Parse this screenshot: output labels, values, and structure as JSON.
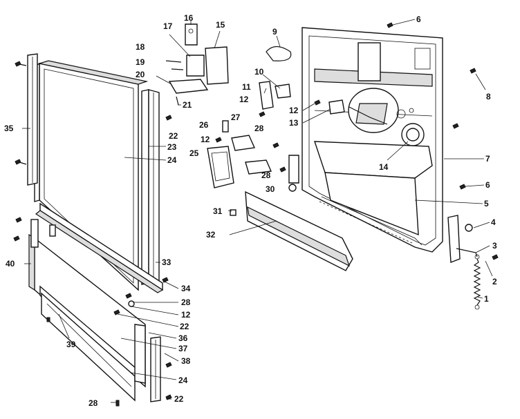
{
  "callouts": [
    {
      "id": "c1",
      "text": "1"
    },
    {
      "id": "c2",
      "text": "2"
    },
    {
      "id": "c3",
      "text": "3"
    },
    {
      "id": "c4",
      "text": "4"
    },
    {
      "id": "c5",
      "text": "5"
    },
    {
      "id": "c6a",
      "text": "6"
    },
    {
      "id": "c6b",
      "text": "6"
    },
    {
      "id": "c7",
      "text": "7"
    },
    {
      "id": "c8",
      "text": "8"
    },
    {
      "id": "c9",
      "text": "9"
    },
    {
      "id": "c10",
      "text": "10"
    },
    {
      "id": "c11",
      "text": "11"
    },
    {
      "id": "c12a",
      "text": "12"
    },
    {
      "id": "c12b",
      "text": "12"
    },
    {
      "id": "c12c",
      "text": "12"
    },
    {
      "id": "c12d",
      "text": "12"
    },
    {
      "id": "c13",
      "text": "13"
    },
    {
      "id": "c14",
      "text": "14"
    },
    {
      "id": "c15",
      "text": "15"
    },
    {
      "id": "c16",
      "text": "16"
    },
    {
      "id": "c17",
      "text": "17"
    },
    {
      "id": "c18",
      "text": "18"
    },
    {
      "id": "c19",
      "text": "19"
    },
    {
      "id": "c20",
      "text": "20"
    },
    {
      "id": "c21",
      "text": "21"
    },
    {
      "id": "c22a",
      "text": "22"
    },
    {
      "id": "c22b",
      "text": "22"
    },
    {
      "id": "c22c",
      "text": "22"
    },
    {
      "id": "c23",
      "text": "23"
    },
    {
      "id": "c24a",
      "text": "24"
    },
    {
      "id": "c24b",
      "text": "24"
    },
    {
      "id": "c25",
      "text": "25"
    },
    {
      "id": "c26",
      "text": "26"
    },
    {
      "id": "c27",
      "text": "27"
    },
    {
      "id": "c28a",
      "text": "28"
    },
    {
      "id": "c28b",
      "text": "28"
    },
    {
      "id": "c28c",
      "text": "28"
    },
    {
      "id": "c28d",
      "text": "28"
    },
    {
      "id": "c30",
      "text": "30"
    },
    {
      "id": "c31",
      "text": "31"
    },
    {
      "id": "c32",
      "text": "32"
    },
    {
      "id": "c33",
      "text": "33"
    },
    {
      "id": "c34",
      "text": "34"
    },
    {
      "id": "c35",
      "text": "35"
    },
    {
      "id": "c36",
      "text": "36"
    },
    {
      "id": "c37",
      "text": "37"
    },
    {
      "id": "c38",
      "text": "38"
    },
    {
      "id": "c39",
      "text": "39"
    },
    {
      "id": "c40",
      "text": "40"
    }
  ]
}
